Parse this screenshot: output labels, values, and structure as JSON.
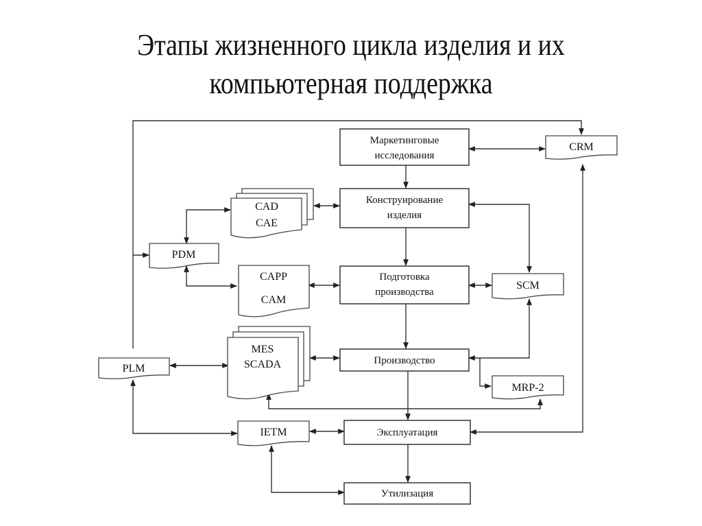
{
  "title": {
    "line1": "Этапы жизненного цикла изделия и  их",
    "line2": "компьютерная поддержка"
  },
  "stages": {
    "marketing": {
      "line1": "Маркетинговые",
      "line2": "исследования"
    },
    "design": {
      "line1": "Конструирование",
      "line2": "изделия"
    },
    "preparation": {
      "line1": "Подготовка",
      "line2": "производства"
    },
    "production": {
      "line1": "Производство"
    },
    "operation": {
      "line1": "Эксплуатация"
    },
    "disposal": {
      "line1": "Утилизация"
    }
  },
  "systems": {
    "crm": "CRM",
    "cad": {
      "line1": "CAD",
      "line2": "CAE"
    },
    "pdm": "PDM",
    "capp": {
      "line1": "CAPP",
      "line2": "CAM"
    },
    "scm": "SCM",
    "mes": {
      "line1": "MES",
      "line2": "SCADA"
    },
    "plm": "PLM",
    "mrp": "MRP-2",
    "ietm": "IETM"
  }
}
